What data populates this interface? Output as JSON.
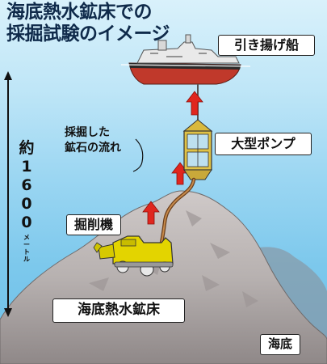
{
  "title": {
    "line1": "海底熱水鉱床での",
    "line2": "採掘試験のイメージ"
  },
  "labels": {
    "ship": "引き揚げ船",
    "pump": "大型ポンプ",
    "ore_flow_line1": "採掘した",
    "ore_flow_line2": "鉱石の流れ",
    "excavator": "掘削機",
    "deposit": "海底熱水鉱床",
    "seafloor": "海底"
  },
  "depth": {
    "chars": [
      "約",
      "1",
      "6",
      "0",
      "0"
    ],
    "unit": [
      "メ",
      "ー",
      "ト",
      "ル"
    ]
  },
  "colors": {
    "sea_top": "#d9f1fb",
    "sea_bottom": "#6cbfe8",
    "ship_hull": "#c0392b",
    "mound": "#b7b1b0",
    "pump": "#e0c246",
    "excavator": "#e3d400",
    "arrow": "#e0261e",
    "hose": "#8b5a2b"
  }
}
